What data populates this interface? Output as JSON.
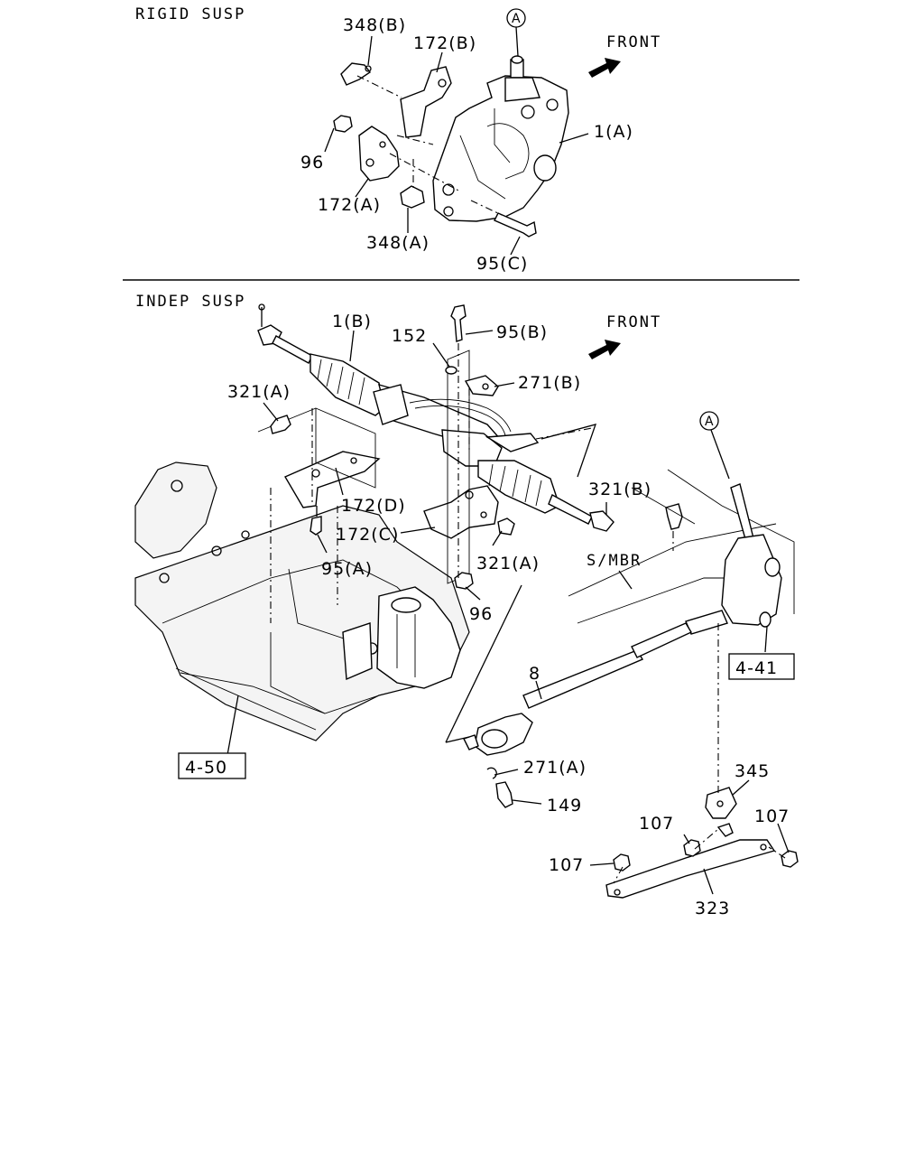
{
  "sections": {
    "rigid": {
      "title": "RIGID SUSP",
      "front": "FRONT"
    },
    "indep": {
      "title": "INDEP SUSP",
      "front": "FRONT"
    }
  },
  "rigid_labels": {
    "circle_a": "A",
    "p348b": "348(B)",
    "p172b": "172(B)",
    "p1a": "1(A)",
    "p96": "96",
    "p172a": "172(A)",
    "p348a": "348(A)",
    "p95c": "95(C)"
  },
  "indep_labels": {
    "p1b": "1(B)",
    "p152": "152",
    "p95b": "95(B)",
    "p271b": "271(B)",
    "p321a_top": "321(A)",
    "p321b": "321(B)",
    "circle_a": "A",
    "p172d": "172(D)",
    "p172c": "172(C)",
    "p95a": "95(A)",
    "p321a_mid": "321(A)",
    "smbr": "S/MBR",
    "p96": "96",
    "ref441": "4-41",
    "p8": "8",
    "ref450": "4-50",
    "p271a": "271(A)",
    "p149": "149",
    "p345": "345",
    "p107_mid": "107",
    "p107_right": "107",
    "p107_left": "107",
    "p323": "323"
  }
}
